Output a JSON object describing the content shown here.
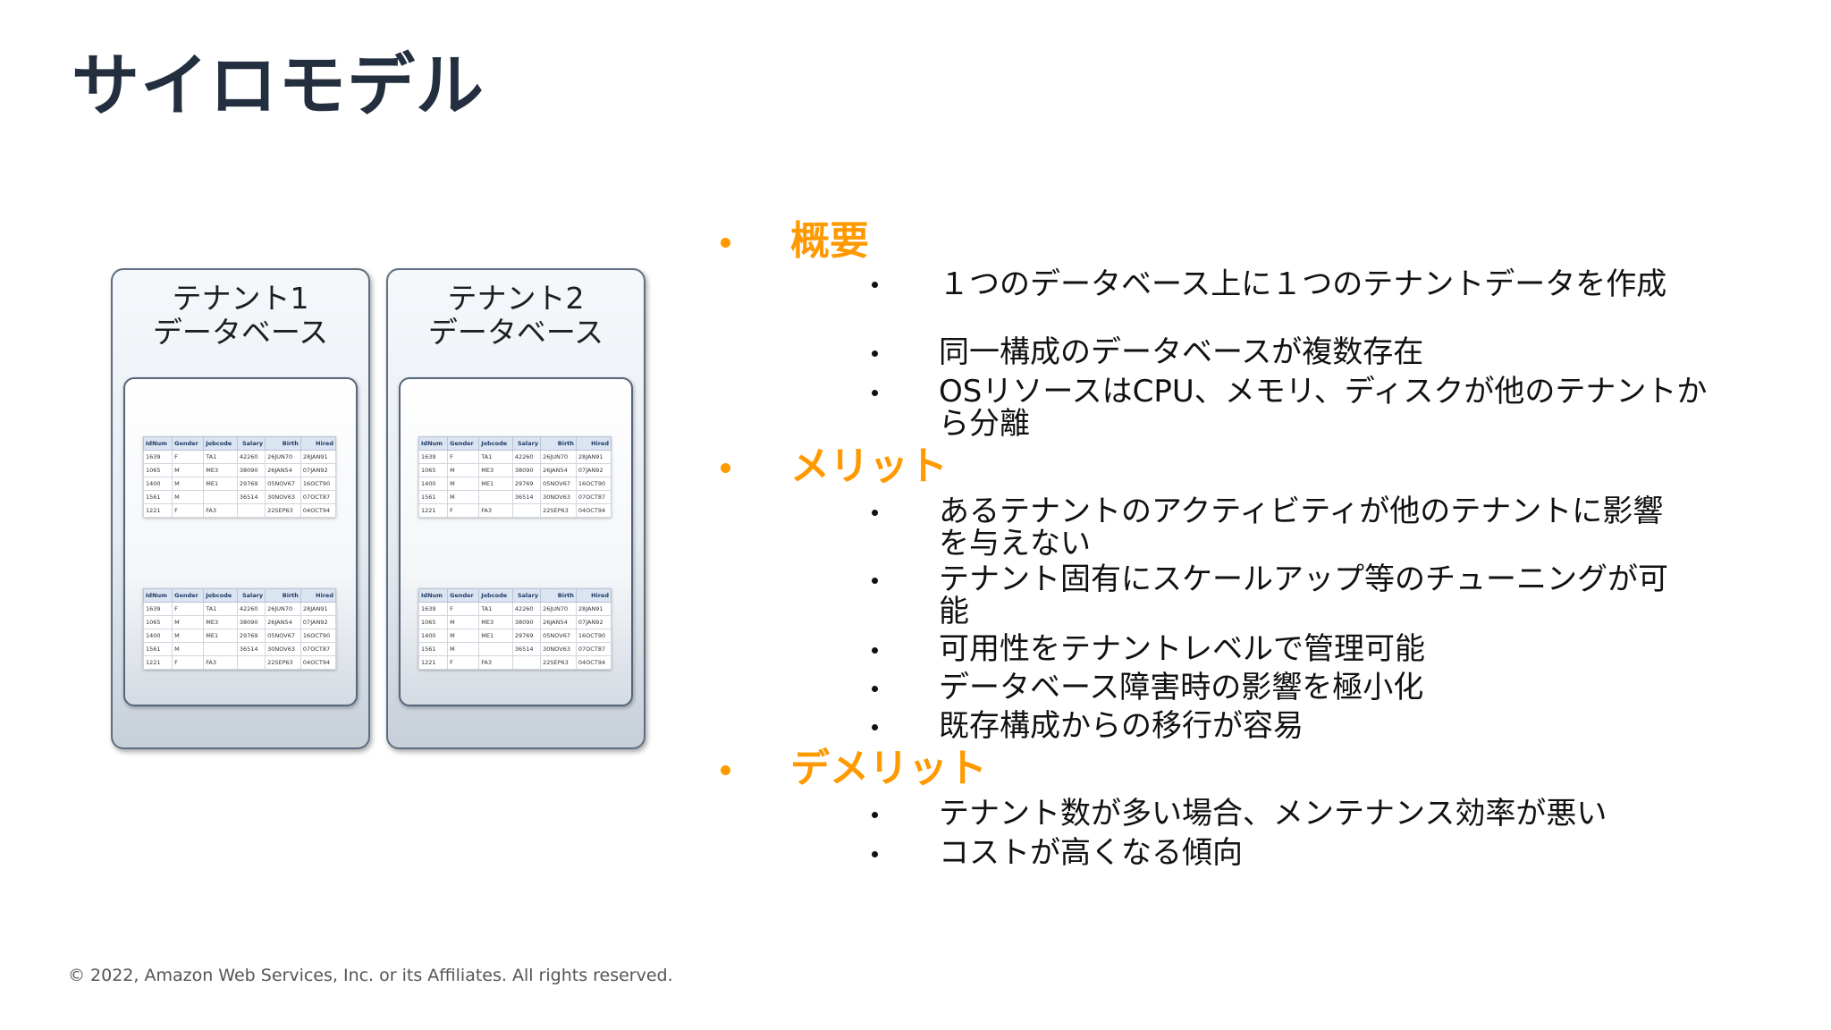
{
  "slide": {
    "title": "サイロモデル",
    "footer": "© 2022, Amazon Web Services, Inc. or its Affiliates. All rights reserved."
  },
  "diagram": {
    "tenants": [
      {
        "label_line1": "テナント1",
        "label_line2": "データベース"
      },
      {
        "label_line1": "テナント2",
        "label_line2": "データベース"
      }
    ],
    "table": {
      "headers": [
        "IdNum",
        "Gender",
        "Jobcode",
        "Salary",
        "Birth",
        "Hired"
      ],
      "rows": [
        [
          "1639",
          "F",
          "TA1",
          "42260",
          "26JUN70",
          "28JAN91"
        ],
        [
          "1065",
          "M",
          "ME3",
          "38090",
          "26JAN54",
          "07JAN92"
        ],
        [
          "1400",
          "M",
          "ME1",
          "29769",
          "05NOV67",
          "16OCT90"
        ],
        [
          "1561",
          "M",
          "",
          "36514",
          "30NOV63",
          "07OCT87"
        ],
        [
          "1221",
          "F",
          "FA3",
          "",
          "22SEP63",
          "04OCT94"
        ]
      ]
    }
  },
  "sections": [
    {
      "heading": "概要",
      "items": [
        "１つのデータベース上に１つのテナントデータを作成",
        "同一構成のデータベースが複数存在",
        "OSリソースはCPU、メモリ、ディスクが他のテナントから分離"
      ]
    },
    {
      "heading": "メリット",
      "items": [
        "あるテナントのアクティビティが他のテナントに影響を与えない",
        "テナント固有にスケールアップ等のチューニングが可能",
        "可用性をテナントレベルで管理可能",
        "データベース障害時の影響を極小化",
        "既存構成からの移行が容易"
      ]
    },
    {
      "heading": "デメリット",
      "items": [
        "テナント数が多い場合、メンテナンス効率が悪い",
        "コストが高くなる傾向"
      ]
    }
  ],
  "colors": {
    "accent": "#ff9900",
    "title": "#232f3e"
  }
}
